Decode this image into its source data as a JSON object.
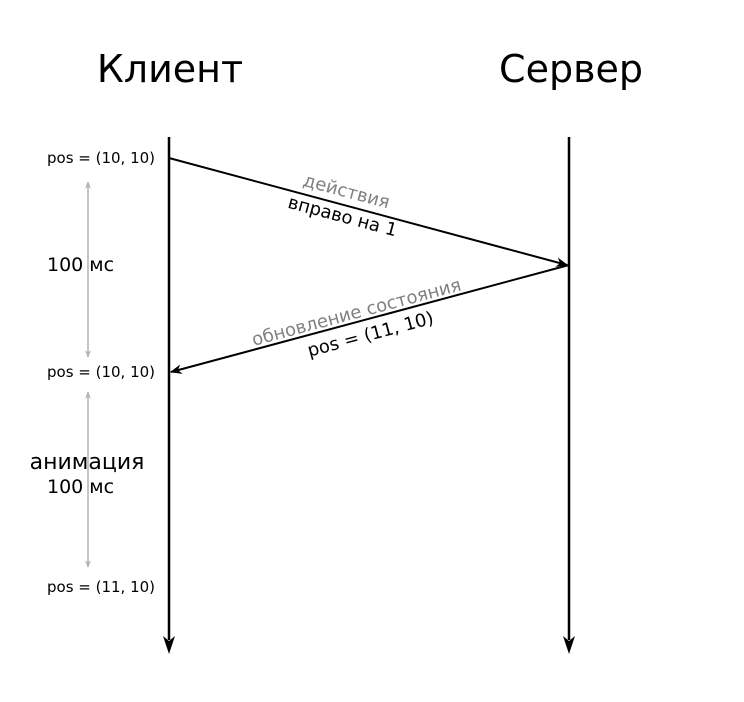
{
  "lanes": {
    "client_label": "Клиент",
    "server_label": "Сервер"
  },
  "positions": {
    "first": "pos = (10, 10)",
    "second": "pos = (10, 10)",
    "third": "pos = (11, 10)"
  },
  "intervals": {
    "first_duration": "100 мс",
    "second_title": "анимация",
    "second_duration": "100 мс"
  },
  "messages": {
    "request": {
      "line1": "действия",
      "line2": "вправо на 1"
    },
    "response": {
      "line1": "обновление состояния",
      "line2": "pos = (11, 10)"
    }
  },
  "colors": {
    "line": "#000000",
    "interval_arrow": "#b3b3b3",
    "gray_text": "#808080"
  }
}
